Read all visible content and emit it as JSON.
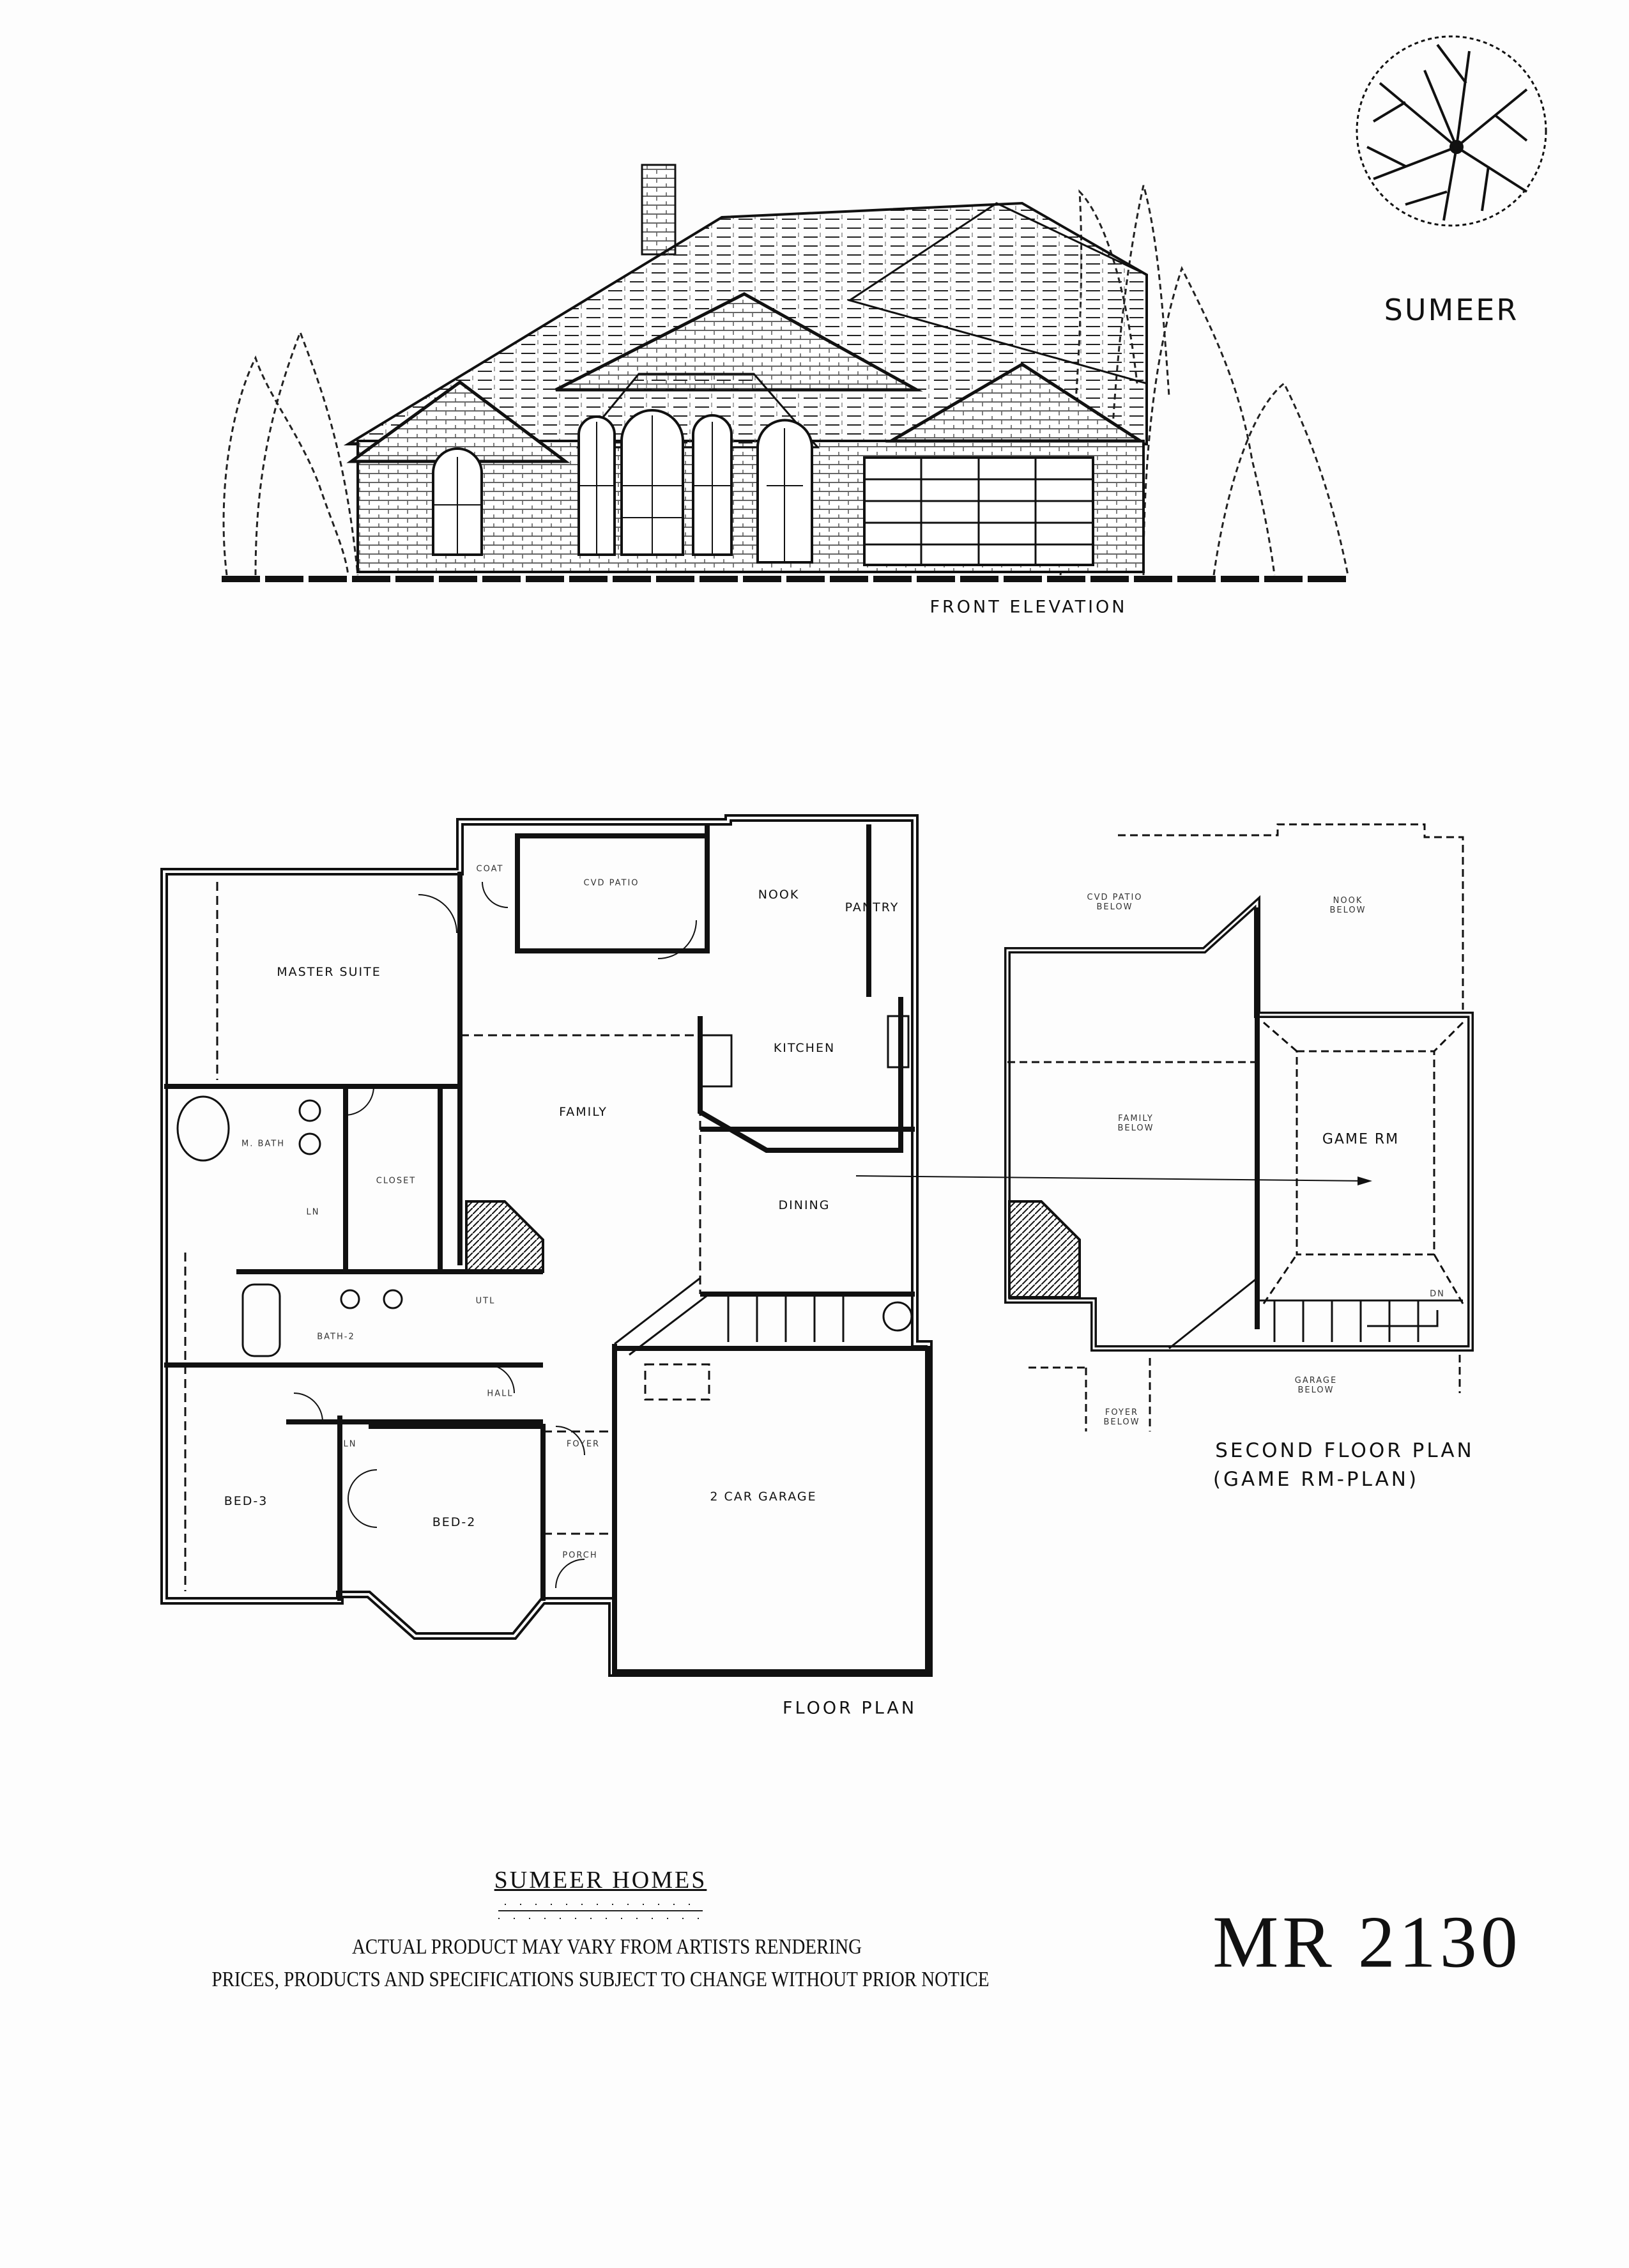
{
  "logo": {
    "text": "SUMEER",
    "icon": "tree-icon"
  },
  "elevation": {
    "caption": "FRONT ELEVATION"
  },
  "first_floor": {
    "caption": "FLOOR PLAN",
    "rooms": {
      "master_suite": "MASTER SUITE",
      "coat": "COAT",
      "cvd_patio": "CVD PATIO",
      "nook": "NOOK",
      "pantry": "PANTRY",
      "kitchen": "KITCHEN",
      "family": "FAMILY",
      "m_bath": "M. BATH",
      "closet": "CLOSET",
      "dining": "DINING",
      "ln1": "LN",
      "utl": "UTL",
      "bath2": "BATH-2",
      "hall": "HALL",
      "foyer": "FOYER",
      "ln2": "LN",
      "bed3": "BED-3",
      "bed2": "BED-2",
      "garage": "2 CAR GARAGE",
      "porch": "PORCH"
    }
  },
  "second_floor": {
    "caption_line1": "SECOND FLOOR PLAN",
    "caption_line2": "(GAME RM-PLAN)",
    "rooms": {
      "cvd_patio": "CVD PATIO",
      "nook": "NOOK",
      "family": "FAMILY",
      "game_rm": "GAME RM",
      "garage": "GARAGE",
      "foyer": "FOYER",
      "below": "BELOW",
      "dn": "DN"
    }
  },
  "footer": {
    "company": "SUMEER HOMES",
    "disclaimer_line1": "ACTUAL PRODUCT MAY VARY FROM ARTISTS RENDERING",
    "disclaimer_line2": "PRICES, PRODUCTS AND SPECIFICATIONS SUBJECT TO CHANGE WITHOUT PRIOR NOTICE",
    "model": "MR 2130"
  }
}
